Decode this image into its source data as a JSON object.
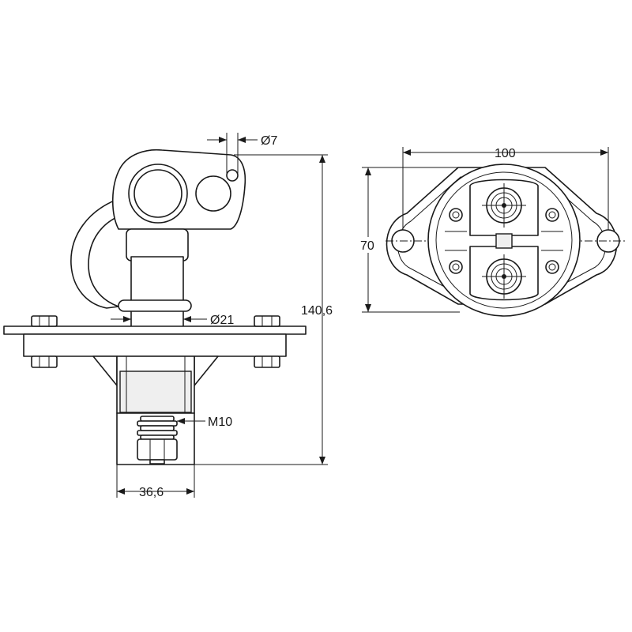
{
  "dimensions": {
    "hole_diameter": "Ø7",
    "shaft_diameter": "Ø21",
    "total_height": "140,6",
    "thread": "M10",
    "base_width": "36,6",
    "plate_width": "100",
    "plate_height": "70"
  }
}
